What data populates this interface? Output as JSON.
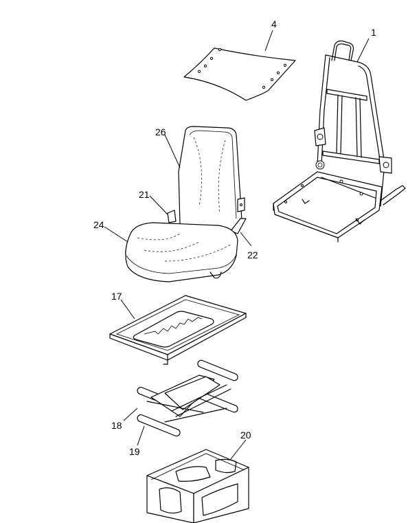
{
  "diagram": {
    "callouts": {
      "c1": "1",
      "c4": "4",
      "c26": "26",
      "c21": "21",
      "c24": "24",
      "c22": "22",
      "c17": "17",
      "c18": "18",
      "c19": "19",
      "c20": "20"
    }
  }
}
